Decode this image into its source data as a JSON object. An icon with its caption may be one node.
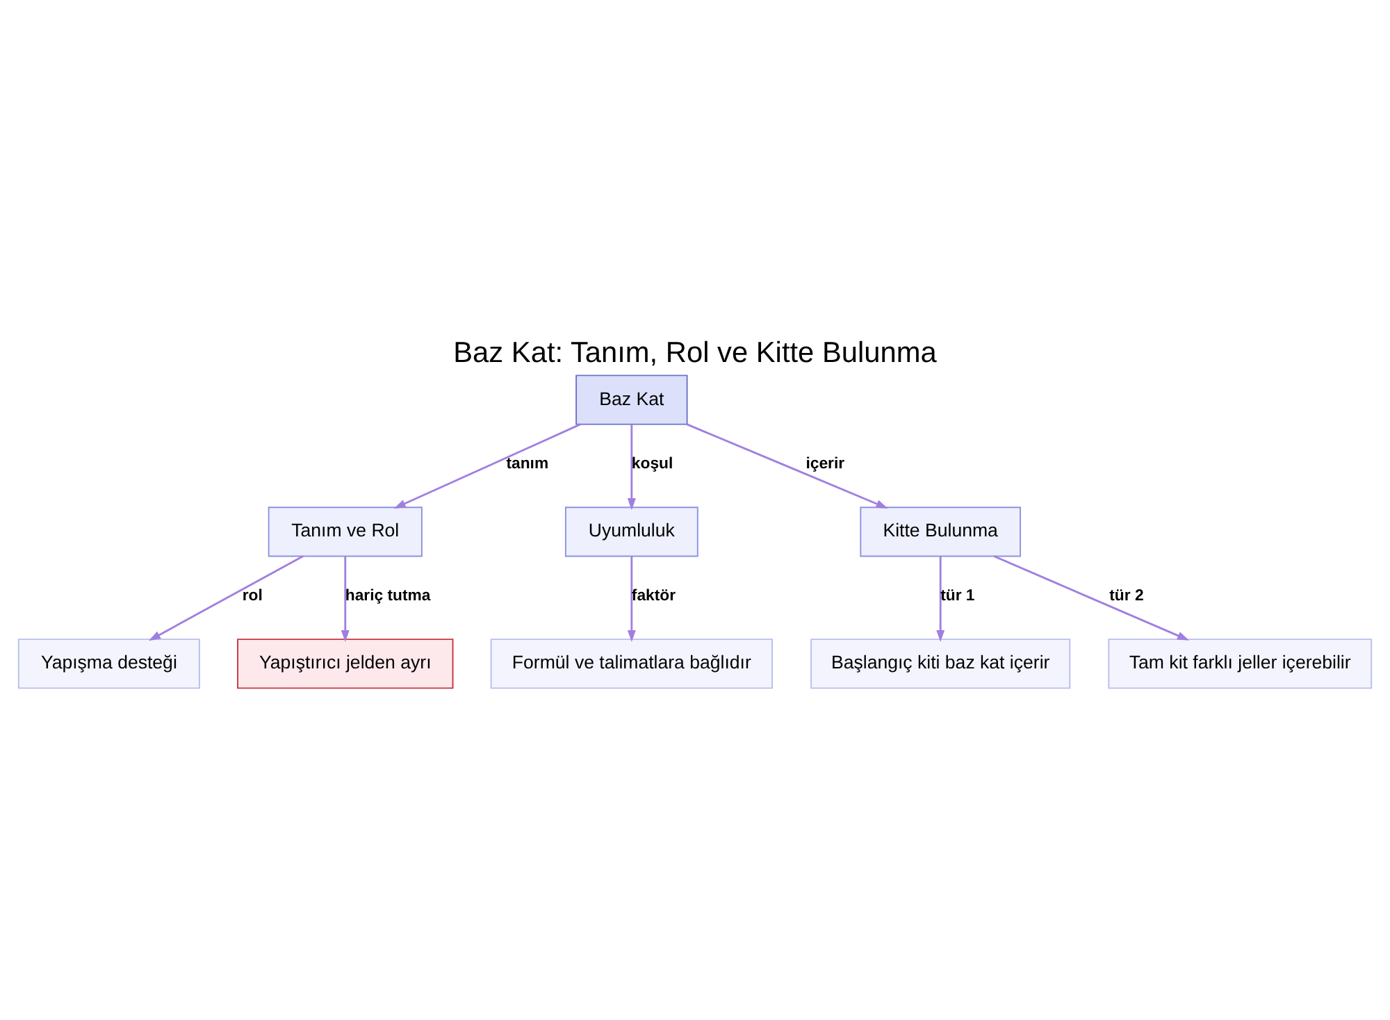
{
  "diagram": {
    "title": "Baz Kat: Tanım, Rol ve Kitte Bulunma",
    "nodes": [
      {
        "text": [
          "Baz Kat"
        ]
      },
      {
        "text": [
          "Tanım ve Rol"
        ]
      },
      {
        "text": [
          "Uyumluluk"
        ]
      },
      {
        "text": [
          "Kitte Bulunma"
        ]
      },
      {
        "text": [
          "Yapışma desteği"
        ]
      },
      {
        "text": [
          "Yapıştırıcı jelden ayrı"
        ]
      },
      {
        "text": [
          "Formül ve talimatlara bağlıdır"
        ]
      },
      {
        "text": [
          "Başlangıç kiti baz kat içerir"
        ]
      },
      {
        "text": [
          "Tam kit farklı jeller içerebilir"
        ]
      }
    ],
    "edges": [
      {
        "from": 0,
        "to": 1,
        "arrow": "to",
        "label": "tanım"
      },
      {
        "from": 0,
        "to": 2,
        "arrow": "to",
        "label": "koşul"
      },
      {
        "from": 0,
        "to": 3,
        "arrow": "to",
        "label": "içerir"
      },
      {
        "from": 1,
        "to": 4,
        "arrow": "to",
        "label": "rol"
      },
      {
        "from": 1,
        "to": 5,
        "arrow": "to",
        "label": "hariç tutma"
      },
      {
        "from": 2,
        "to": 6,
        "arrow": "to",
        "label": "faktör"
      },
      {
        "from": 3,
        "to": 7,
        "arrow": "to",
        "label": "tür 1"
      },
      {
        "from": 3,
        "to": 8,
        "arrow": "to",
        "label": "tür 2"
      }
    ]
  }
}
